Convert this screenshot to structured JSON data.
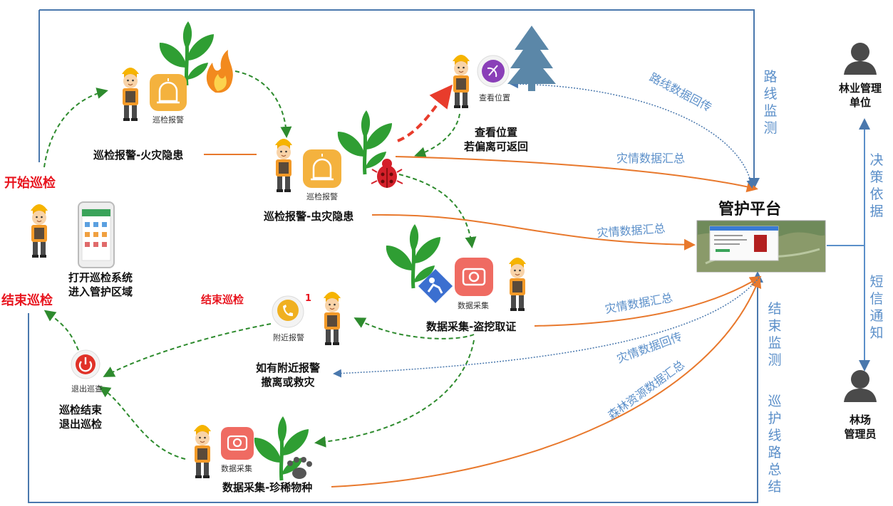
{
  "colors": {
    "frame": "#4a78ad",
    "orange": "#e8782c",
    "green_dash": "#2e8b2e",
    "red_dash": "#e83c2c",
    "blue_dotted": "#5b8fc9",
    "leaf": "#2f9e33",
    "start_end_red": "#e8141e"
  },
  "labels": {
    "start_patrol": "开始巡检",
    "end_patrol": "结束巡检",
    "end_patrol_small": "结束巡检",
    "open_system_1": "打开巡检系统",
    "open_system_2": "进入管护区域",
    "fire_alarm": "巡检报警-火灾隐患",
    "pest_alarm": "巡检报警-虫灾隐患",
    "view_location_1": "查看位置",
    "view_location_2": "若偏离可返回",
    "platform": "管护平台",
    "data_theft": "数据采集-盗挖取证",
    "nearby_1": "如有附近报警",
    "nearby_2": "撤离或救灾",
    "finish_1": "巡检结束",
    "finish_2": "退出巡检",
    "rare_species": "数据采集-珍稀物种",
    "forestry_unit_1": "林业管理",
    "forestry_unit_2": "单位",
    "forest_farm_1": "林场",
    "forest_farm_2": "管理员"
  },
  "icon_captions": {
    "patrol_alarm": "巡检报警",
    "view_position": "查看位置",
    "data_collect": "数据采集",
    "nearby_alarm": "附近报警",
    "exit_patrol": "退出巡查",
    "badge_count": "1"
  },
  "edge_labels": {
    "route_return": "路线数据回传",
    "disaster_summary": "灾情数据汇总",
    "disaster_return": "灾情数据回传",
    "forest_resource": "森林资源数据汇总"
  },
  "vertical_labels": {
    "route_monitor": [
      "路",
      "线",
      "监",
      "测"
    ],
    "decision_basis": [
      "决",
      "策",
      "依",
      "据"
    ],
    "sms_notice": [
      "短",
      "信",
      "通",
      "知"
    ],
    "end_monitor": [
      "结",
      "束",
      "监",
      "测"
    ],
    "route_summary": [
      "巡",
      "护",
      "线",
      "路",
      "总",
      "结"
    ]
  },
  "icons": [
    "worker-icon",
    "bell-alarm-icon",
    "tree-icon",
    "fire-icon",
    "bug-icon",
    "camera-icon",
    "dig-sign-icon",
    "radar-icon",
    "pine-tree-icon",
    "phone-icon",
    "power-icon",
    "paw-icon",
    "smartphone-icon",
    "user-silhouette-icon",
    "map-screenshot-icon"
  ]
}
